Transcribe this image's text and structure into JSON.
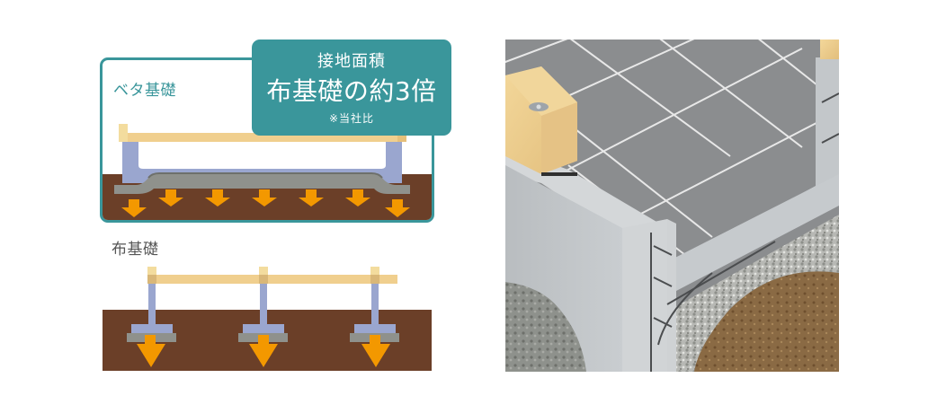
{
  "diagram": {
    "left_panel": {
      "mat_foundation": {
        "label": "ベタ基礎",
        "callout": {
          "line1": "接地面積",
          "line2": "布基礎の約3倍",
          "note": "※当社比"
        },
        "load_arrows": 7
      },
      "strip_foundation": {
        "label": "布基礎",
        "load_arrows": 3
      }
    },
    "right_panel": {
      "description": "Cutaway illustration of mat foundation with rebar mesh, timber sill, concrete walls, gravel base and soil"
    },
    "colors": {
      "accent_teal": "#3a969b",
      "soil_brown": "#6b3f28",
      "arrow_orange": "#f39800",
      "concrete_blue": "#9aa6cf",
      "timber": "#f0cf8e",
      "gravel": "#9a9a96"
    }
  }
}
